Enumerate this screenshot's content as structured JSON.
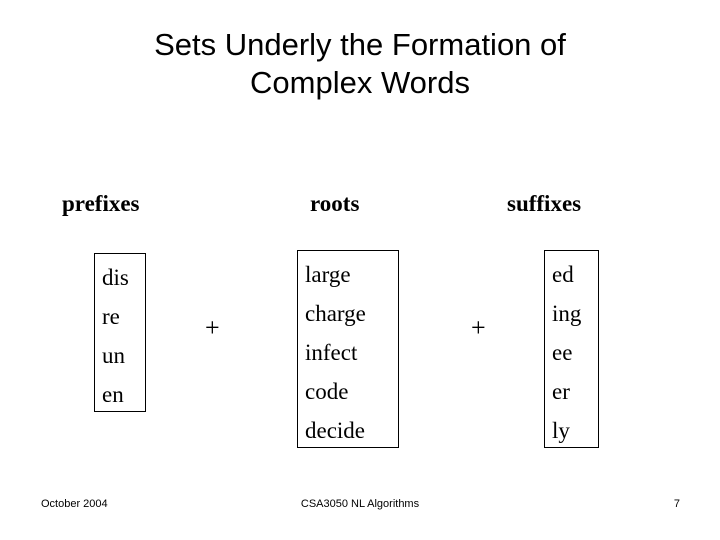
{
  "slide": {
    "title_lines": [
      "Sets Underly the Formation of",
      "Complex Words"
    ],
    "background_color": "#ffffff",
    "text_color": "#000000",
    "border_color": "#000000"
  },
  "columns": [
    {
      "header": "prefixes",
      "items": [
        "dis",
        "re",
        "un",
        "en"
      ]
    },
    {
      "header": "roots",
      "items": [
        "large",
        "charge",
        "infect",
        "code",
        "decide"
      ]
    },
    {
      "header": "suffixes",
      "items": [
        "ed",
        "ing",
        "ee",
        "er",
        "ly"
      ]
    }
  ],
  "operators": {
    "first": "+",
    "second": "+"
  },
  "footer": {
    "date": "October 2004",
    "course": "CSA3050 NL Algorithms",
    "page_number": "7"
  }
}
